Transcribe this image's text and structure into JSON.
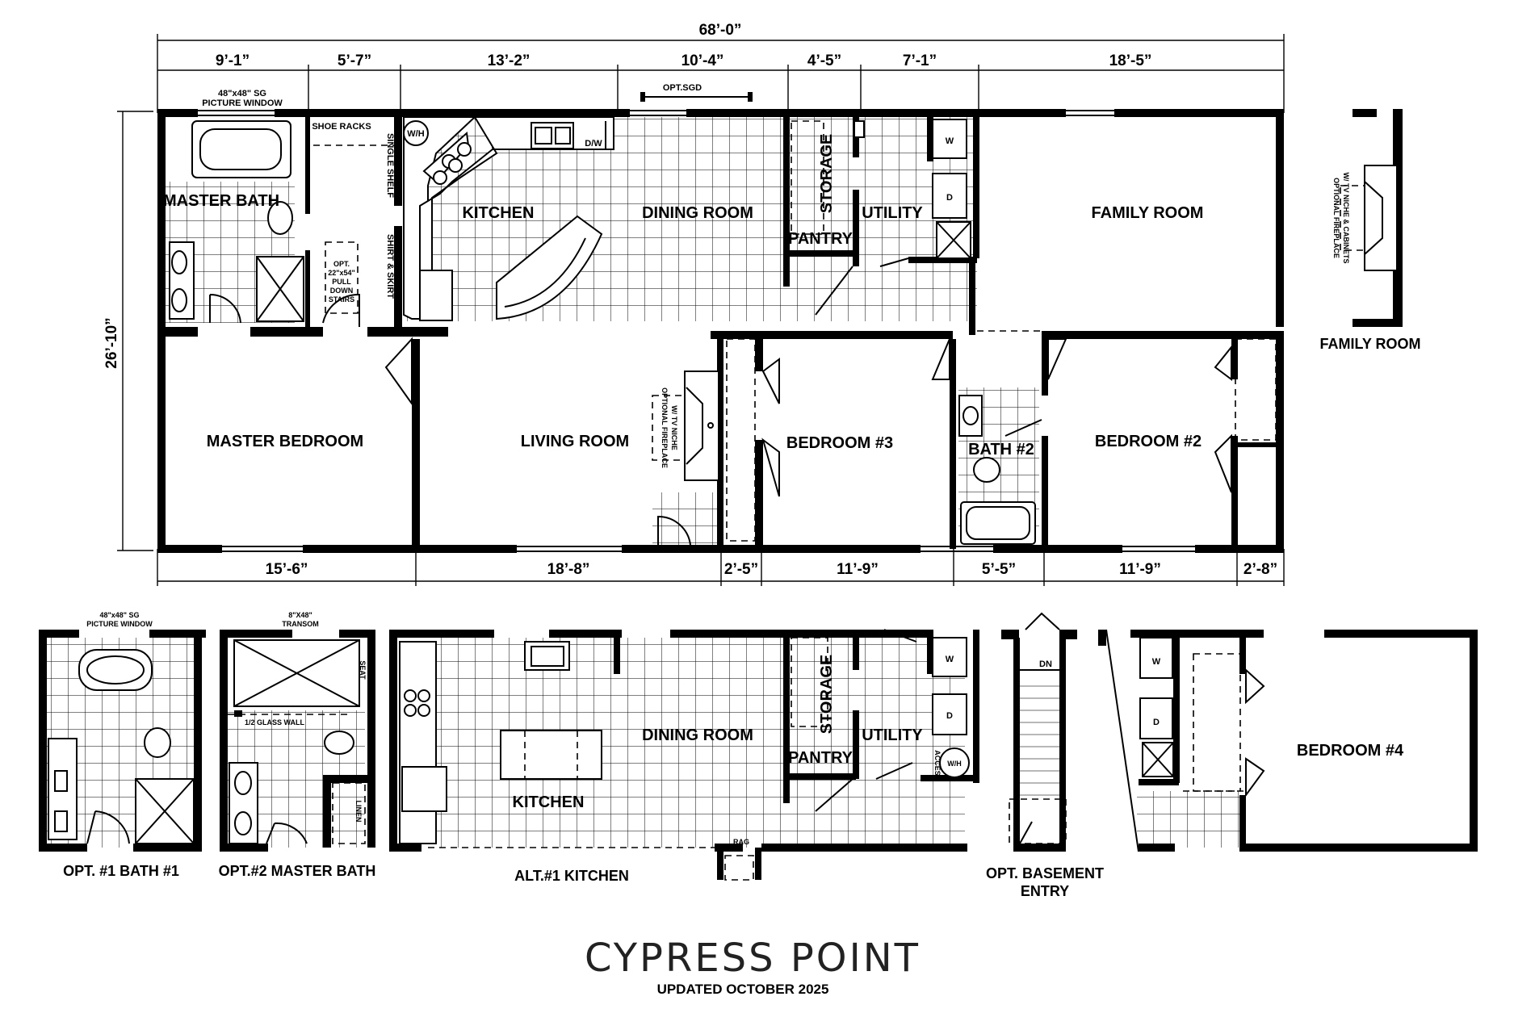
{
  "title": "CYPRESS POINT",
  "subtitle": "UPDATED OCTOBER 2025",
  "overall": {
    "width": "68’-0”",
    "depth": "26’-10”"
  },
  "top_dims": [
    "9’-1”",
    "5’-7”",
    "13’-2”",
    "10’-4”",
    "4’-5”",
    "7’-1”",
    "18’-5”"
  ],
  "bottom_dims": [
    "15’-6”",
    "18’-8”",
    "2’-5”",
    "11’-9”",
    "5’-5”",
    "11’-9”",
    "2’-8”"
  ],
  "rooms": {
    "master_bath": "MASTER BATH",
    "kitchen": "KITCHEN",
    "dining": "DINING ROOM",
    "storage": "STORAGE",
    "utility": "UTILITY",
    "pantry": "PANTRY",
    "family": "FAMILY ROOM",
    "master_bedroom": "MASTER BEDROOM",
    "living": "LIVING ROOM",
    "bedroom3": "BEDROOM #3",
    "bath2": "BATH #2",
    "bedroom2": "BEDROOM #2",
    "bedroom4": "BEDROOM #4"
  },
  "notes": {
    "picture_window_1": "48\"x48\" SG",
    "picture_window_2": "PICTURE WINDOW",
    "shoe_racks": "SHOE RACKS",
    "single_shelf": "SINGLE SHELF",
    "shirt_skirt": "SHIRT & SKIRT",
    "opt_stairs_1": "OPT.",
    "opt_stairs_2": "22\"x54\"",
    "opt_stairs_3": "PULL",
    "opt_stairs_4": "DOWN",
    "opt_stairs_5": "STAIRS",
    "wh": "W/H",
    "dw": "D/W",
    "opt_sgd": "OPT.SGD",
    "washer": "W",
    "dryer": "D",
    "fp_living_1": "OPTIONAL FIREPLACE",
    "fp_living_2": "W/ TV NICHE",
    "fp_family_1": "OPTIONAL FIREPLACE",
    "fp_family_2": "W/ TV NICHE & CABINETS",
    "transom_1": "8\"X48\"",
    "transom_2": "TRANSOM",
    "seat": "SEAT",
    "glass_wall": "1/2 GLASS WALL",
    "linen": "LINEN",
    "dn": "DN",
    "rag": "RAG",
    "access": "ACCESS"
  },
  "captions": {
    "family_room_opt": "FAMILY ROOM",
    "opt1_bath1": "OPT. #1 BATH #1",
    "opt2_master_bath": "OPT.#2 MASTER BATH",
    "alt1_kitchen": "ALT.#1 KITCHEN",
    "basement_1": "OPT. BASEMENT",
    "basement_2": "ENTRY"
  }
}
